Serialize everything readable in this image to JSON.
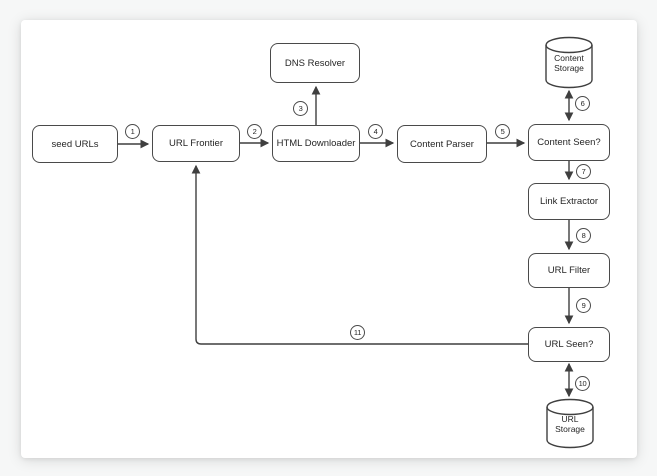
{
  "diagram": {
    "type": "flowchart",
    "subject": "web crawler pipeline"
  },
  "colors": {
    "background": "#f6f7f7",
    "card": "#ffffff",
    "line": "#3f3f3f",
    "node_border": "#4a4a4a",
    "text": "#262626"
  },
  "nodes": {
    "seed_urls": "seed URLs",
    "url_frontier": "URL Frontier",
    "html_downloader": "HTML Downloader",
    "dns_resolver": "DNS Resolver",
    "content_parser": "Content Parser",
    "content_seen": "Content Seen?",
    "link_extractor": "Link Extractor",
    "url_filter": "URL Filter",
    "url_seen": "URL Seen?",
    "content_storage": "Content Storage",
    "url_storage": "URL Storage"
  },
  "steps": [
    "1",
    "2",
    "3",
    "4",
    "5",
    "6",
    "7",
    "8",
    "9",
    "10",
    "11"
  ],
  "edges": [
    {
      "from": "seed URLs",
      "to": "URL Frontier",
      "step": "1",
      "bidirectional": false
    },
    {
      "from": "URL Frontier",
      "to": "HTML Downloader",
      "step": "2",
      "bidirectional": false
    },
    {
      "from": "HTML Downloader",
      "to": "DNS Resolver",
      "step": "3",
      "bidirectional": false
    },
    {
      "from": "HTML Downloader",
      "to": "Content Parser",
      "step": "4",
      "bidirectional": false
    },
    {
      "from": "Content Parser",
      "to": "Content Seen?",
      "step": "5",
      "bidirectional": false
    },
    {
      "from": "Content Seen?",
      "to": "Content Storage",
      "step": "6",
      "bidirectional": true
    },
    {
      "from": "Content Seen?",
      "to": "Link Extractor",
      "step": "7",
      "bidirectional": false
    },
    {
      "from": "Link Extractor",
      "to": "URL Filter",
      "step": "8",
      "bidirectional": false
    },
    {
      "from": "URL Filter",
      "to": "URL Seen?",
      "step": "9",
      "bidirectional": false
    },
    {
      "from": "URL Seen?",
      "to": "URL Storage",
      "step": "10",
      "bidirectional": true
    },
    {
      "from": "URL Seen?",
      "to": "URL Frontier",
      "step": "11",
      "bidirectional": false
    }
  ]
}
